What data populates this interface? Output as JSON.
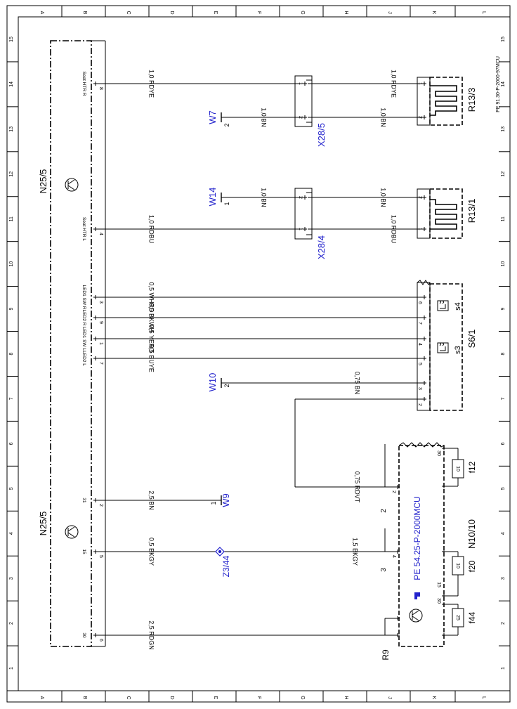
{
  "doc_code": "PE 91.30-P-2000-97MCU",
  "grid": {
    "columns": [
      "A",
      "B",
      "C",
      "D",
      "E",
      "F",
      "G",
      "H",
      "J",
      "K",
      "L"
    ],
    "rows": [
      "1",
      "2",
      "3",
      "4",
      "5",
      "6",
      "7",
      "8",
      "9",
      "10",
      "11",
      "12",
      "13",
      "14",
      "15"
    ]
  },
  "components": {
    "n25_upper": "N25/5",
    "n25_lower": "N25/5",
    "x28_5": "X28/5",
    "x28_4": "X28/4",
    "r13_3": "R13/3",
    "r13_1": "R13/1",
    "s6_1": "S6/1",
    "s3": "s3",
    "s4": "s4",
    "n10_10": "N10/10",
    "f12": "f12",
    "f20": "f20",
    "f44": "f44",
    "z3_44": "Z3/44",
    "r9": "R9",
    "pe_ref": "PE 54.25-P-2000MCU"
  },
  "grounds": {
    "w7": "W7",
    "w7_pin": "2",
    "w14": "W14",
    "w14_pin": "1",
    "w10": "W10",
    "w10_pin": "2",
    "w9": "W9",
    "w9_pin": "1"
  },
  "n25_pins": [
    {
      "label": "Seat HTR R",
      "num": "8"
    },
    {
      "label": "Seat HTR L",
      "num": "4"
    },
    {
      "label": "LED1 SW R",
      "num": "3"
    },
    {
      "label": "LED2 R",
      "num": "9"
    },
    {
      "label": "LED1 SW L",
      "num": "1"
    },
    {
      "label": "LED2 L",
      "num": "7"
    },
    {
      "label": "31",
      "num": "2"
    },
    {
      "label": "15",
      "num": "5"
    },
    {
      "label": "30",
      "num": "6"
    }
  ],
  "wires": {
    "seat_r_left": "1,0 RDYE",
    "seat_r_right": "1,0 RDYE",
    "bn_x28_5": "1,0 BN",
    "bn_r13_3": "1,0 BN",
    "bn_x28_4": "1,0 BN",
    "bn_r13_1": "1,0 BN",
    "seat_l_left": "1,0 RDBU",
    "seat_l_right": "1,0 RDBU",
    "led1_sw_r": "0,5 WHRD",
    "led2_r": "0,5 BKWH",
    "led1_sw_l": "0,5 YERD",
    "led2_l": "0,5 BUYE",
    "w10_bn": "0,75 BN",
    "rdvt": "0,75 RDVT",
    "w9_bn": "2,5 BN",
    "bkgy_left": "0,5 BKGY",
    "bkgy_right": "1,5 BKGY",
    "rdgn": "2,5 RDGN"
  },
  "connector_pins": {
    "x28_5": [
      "1",
      "2"
    ],
    "x28_4": [
      "2",
      "1"
    ],
    "r13_3": [
      "1",
      "2"
    ],
    "r13_1": [
      "2",
      "1"
    ],
    "s6_1": [
      "6",
      "7",
      "4",
      "5",
      "3",
      "2"
    ],
    "n10_10": [
      "2",
      "4"
    ],
    "n10_10_side": [
      "2",
      "3"
    ],
    "fuse_terms": [
      "30",
      "15",
      "30"
    ]
  },
  "fuse_ratings": {
    "f12": "10",
    "f20": "10",
    "f44": "25"
  }
}
